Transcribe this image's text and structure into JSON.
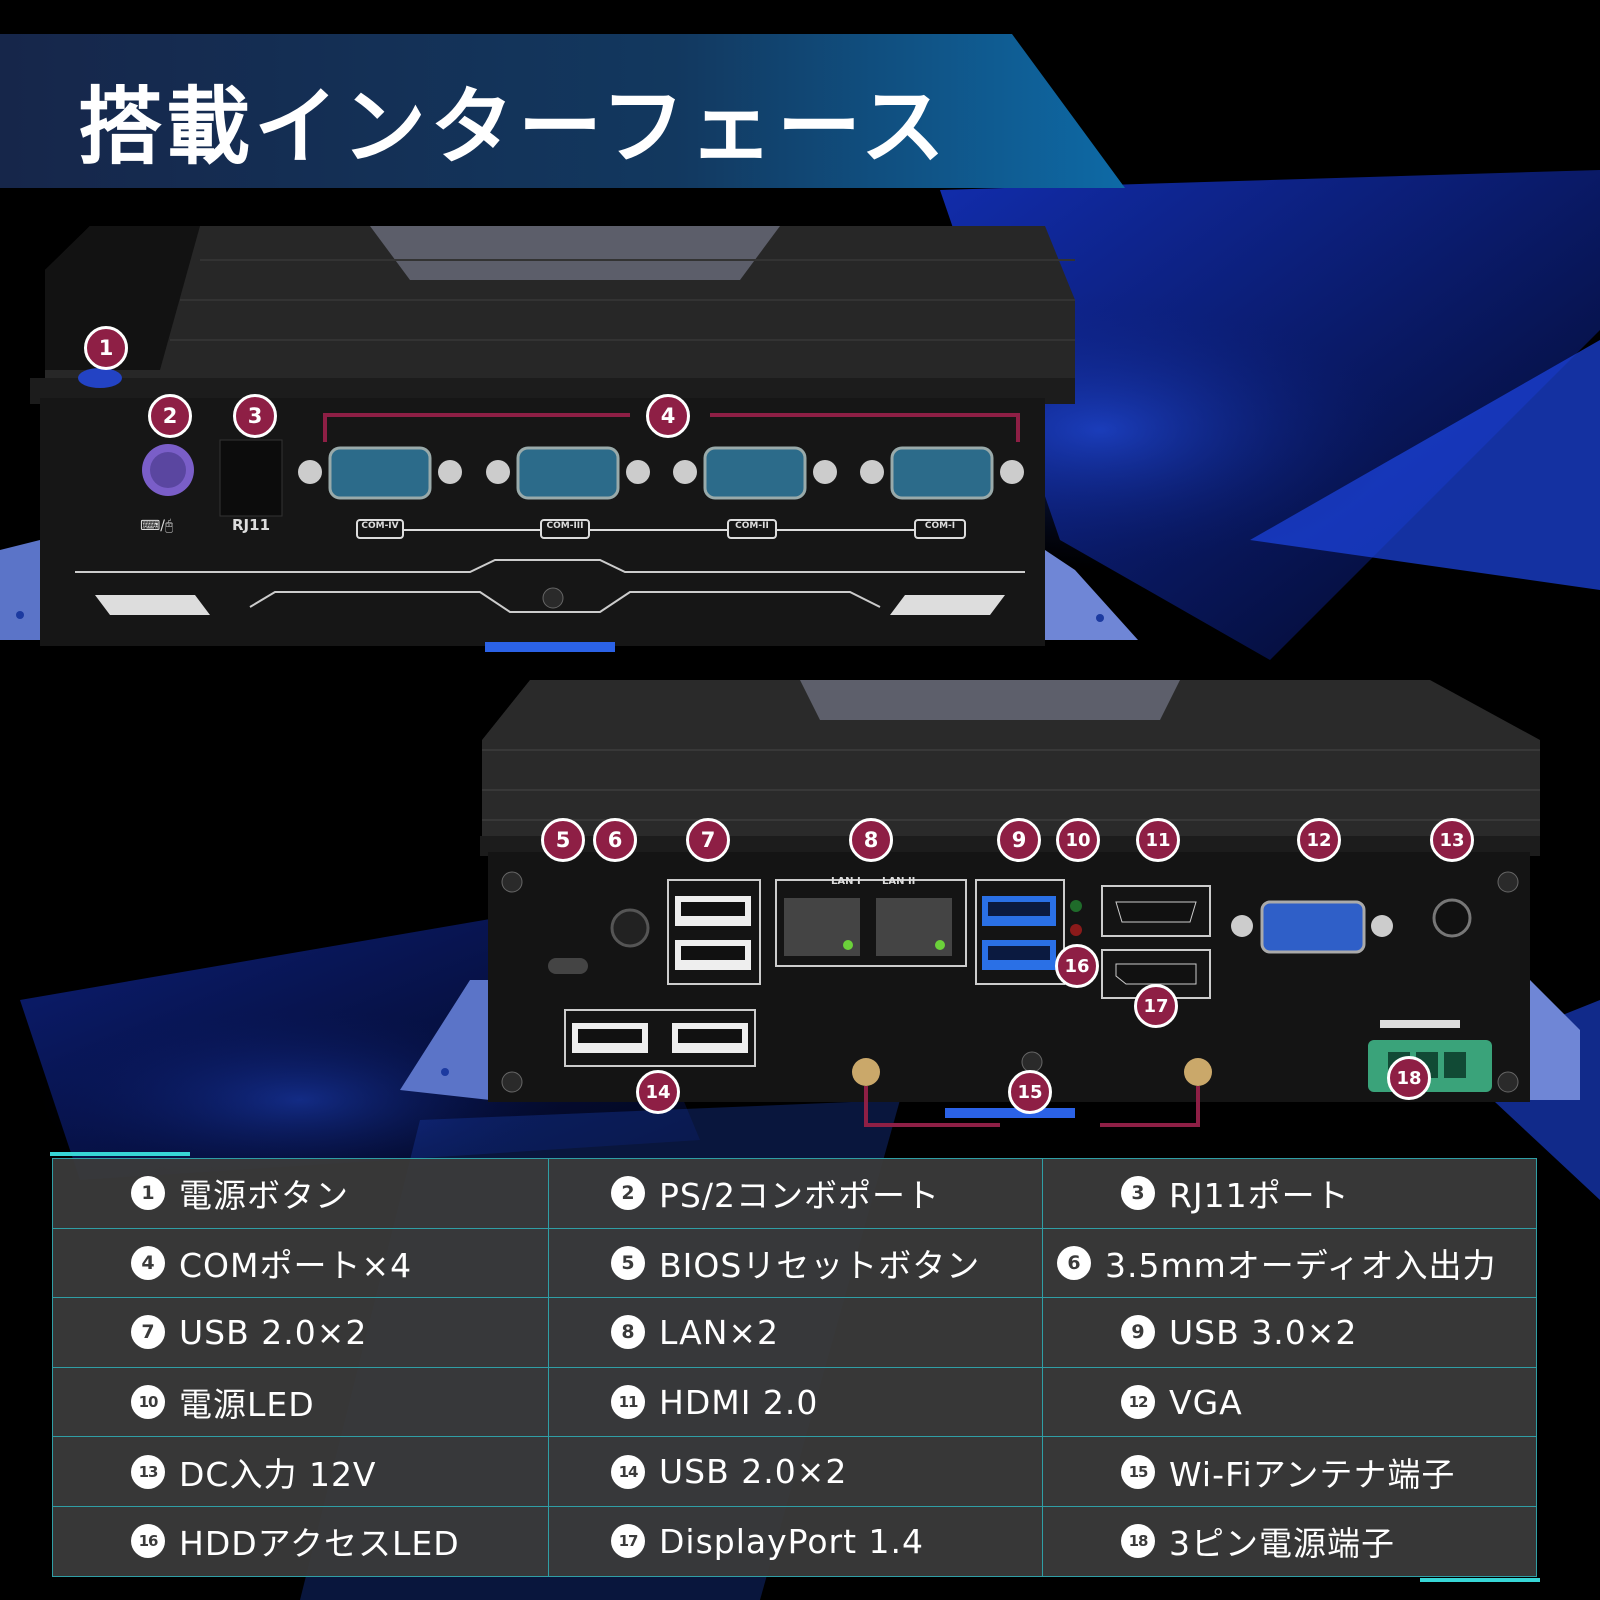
{
  "header": {
    "title": "搭載インターフェース"
  },
  "front_panel": {
    "port_labels": {
      "ps2": "⌨/🖰",
      "rj11": "RJ11",
      "com": [
        "COM-IV",
        "COM-III",
        "COM-II",
        "COM-I"
      ]
    },
    "callouts": [
      "1",
      "2",
      "3",
      "4"
    ]
  },
  "rear_panel": {
    "port_labels": {
      "lan": [
        "LAN I",
        "LAN II"
      ]
    },
    "callouts": [
      "5",
      "6",
      "7",
      "8",
      "9",
      "10",
      "11",
      "12",
      "13",
      "14",
      "15",
      "16",
      "17",
      "18"
    ]
  },
  "spec_table": {
    "rows": [
      [
        {
          "num": "1",
          "label": "電源ボタン"
        },
        {
          "num": "2",
          "label": "PS/2コンボポート"
        },
        {
          "num": "3",
          "label": "RJ11ポート"
        }
      ],
      [
        {
          "num": "4",
          "label": "COMポート×4"
        },
        {
          "num": "5",
          "label": "BIOSリセットボタン"
        },
        {
          "num": "6",
          "label": "3.5mmオーディオ入出力"
        }
      ],
      [
        {
          "num": "7",
          "label": "USB 2.0×2"
        },
        {
          "num": "8",
          "label": "LAN×2"
        },
        {
          "num": "9",
          "label": "USB 3.0×2"
        }
      ],
      [
        {
          "num": "10",
          "label": "電源LED"
        },
        {
          "num": "11",
          "label": "HDMI 2.0"
        },
        {
          "num": "12",
          "label": "VGA"
        }
      ],
      [
        {
          "num": "13",
          "label": "DC入力 12V"
        },
        {
          "num": "14",
          "label": "USB 2.0×2"
        },
        {
          "num": "15",
          "label": "Wi-Fiアンテナ端子"
        }
      ],
      [
        {
          "num": "16",
          "label": "HDDアクセスLED"
        },
        {
          "num": "17",
          "label": "DisplayPort 1.4"
        },
        {
          "num": "18",
          "label": "3ピン電源端子"
        }
      ]
    ]
  },
  "colors": {
    "badge": "#8e1f45",
    "table_border": "#2f9ea5",
    "accent": "#37d6d6",
    "glow": "#1f4dff"
  }
}
